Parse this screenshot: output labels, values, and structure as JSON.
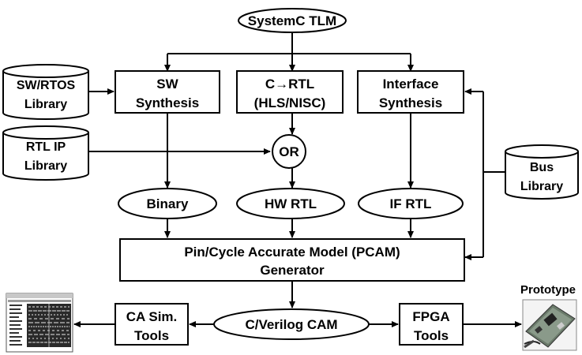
{
  "diagram": {
    "top_node": "SystemC TLM",
    "sw_rtos_library": [
      "SW/RTOS",
      "Library"
    ],
    "rtl_ip_library": [
      "RTL IP",
      "Library"
    ],
    "bus_library": [
      "Bus",
      "Library"
    ],
    "sw_synthesis": [
      "SW",
      "Synthesis"
    ],
    "c_to_rtl": [
      "C→RTL",
      "(HLS/NISC)"
    ],
    "interface_synthesis": [
      "Interface",
      "Synthesis"
    ],
    "or_node": "OR",
    "binary": "Binary",
    "hw_rtl": "HW RTL",
    "if_rtl": "IF RTL",
    "pcam": [
      "Pin/Cycle Accurate Model (PCAM)",
      "Generator"
    ],
    "cverilog_cam": "C/Verilog CAM",
    "ca_sim_tools": [
      "CA Sim.",
      "Tools"
    ],
    "fpga_tools": [
      "FPGA",
      "Tools"
    ],
    "prototype": "Prototype"
  },
  "colors": {
    "ink": "#000000",
    "background": "#ffffff",
    "screenshot_dark": "#222222",
    "board_green": "#4a6b4a"
  },
  "icons": {
    "sim_screenshot": "simulation-window-thumbnail",
    "prototype_board": "fpga-board-photo"
  }
}
